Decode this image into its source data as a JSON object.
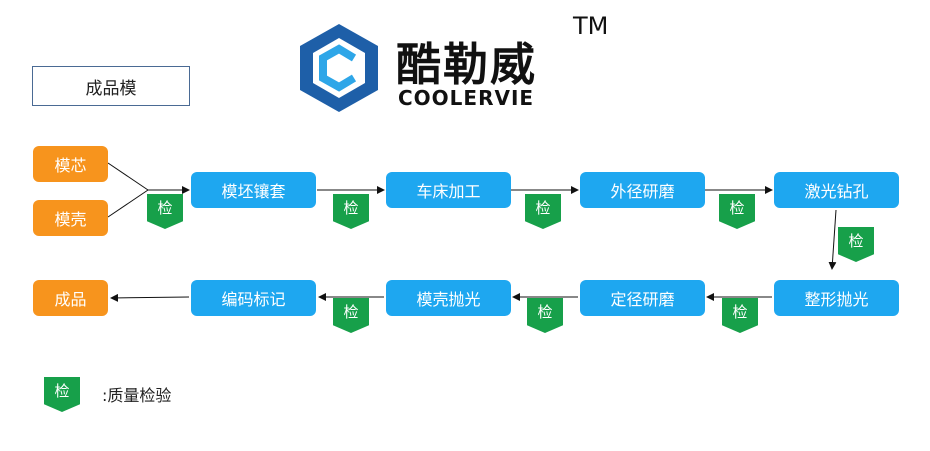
{
  "logo": {
    "chinese_name": "酷勒威",
    "english_name": "COOLERVIE",
    "trademark": "TM"
  },
  "title": "成品模",
  "inputs": [
    "模芯",
    "模壳"
  ],
  "steps": [
    "模坯镶套",
    "车床加工",
    "外径研磨",
    "激光钻孔",
    "整形抛光",
    "定径研磨",
    "模壳抛光",
    "编码标记"
  ],
  "output": "成品",
  "check_label": "检",
  "legend": {
    "symbol": "检",
    "text": ":质量检验"
  },
  "colors": {
    "input": "#f7941d",
    "step": "#1ea7f0",
    "check": "#17a04a",
    "logo_blue": "#1e5fa8",
    "logo_cyan": "#2ea6e8"
  }
}
